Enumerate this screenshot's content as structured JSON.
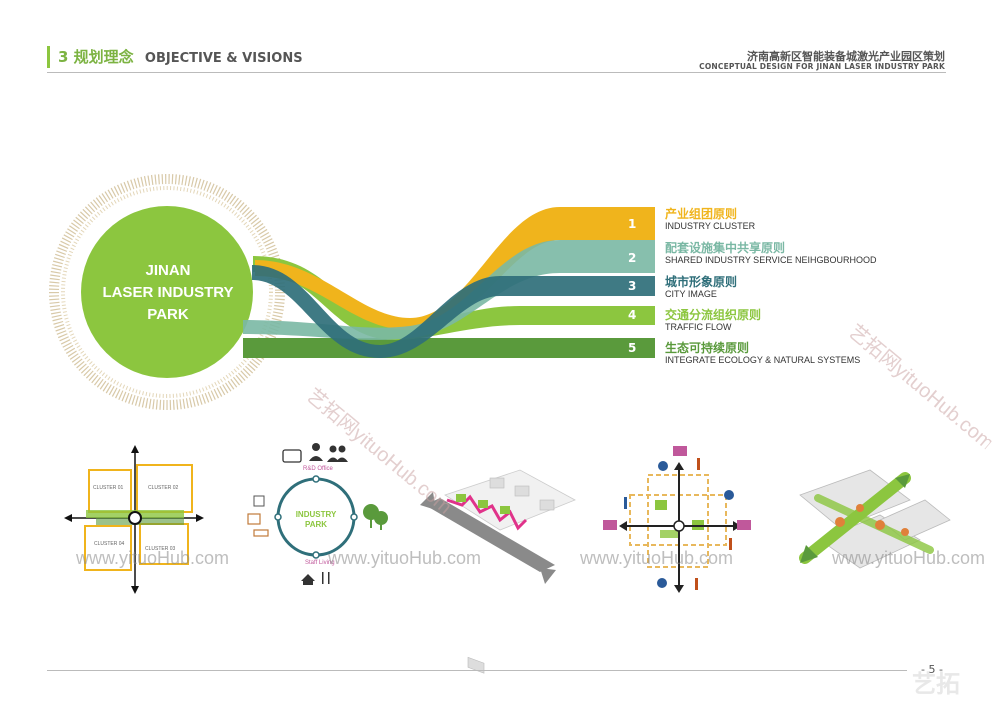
{
  "header": {
    "section_number": "3",
    "section_title_cn": "规划理念",
    "section_title_en": "OBJECTIVE & VISIONS",
    "project_title_cn": "济南高新区智能装备城激光产业园区策划",
    "project_title_en": "CONCEPTUAL DESIGN FOR JINAN LASER INDUSTRY PARK"
  },
  "center": {
    "line1": "JINAN",
    "line2": "LASER INDUSTRY",
    "line3": "PARK"
  },
  "principles": [
    {
      "number": "1",
      "title_cn": "产业组团原则",
      "title_en": "INDUSTRY CLUSTER",
      "color": "#f0b41c"
    },
    {
      "number": "2",
      "title_cn": "配套设施集中共享原则",
      "title_en": "SHARED INDUSTRY SERVICE NEIHGBOURHOOD",
      "color": "#7ab8a4"
    },
    {
      "number": "3",
      "title_cn": "城市形象原则",
      "title_en": "CITY IMAGE",
      "color": "#2f6f7a"
    },
    {
      "number": "4",
      "title_cn": "交通分流组织原则",
      "title_en": "TRAFFIC FLOW",
      "color": "#8cc63f"
    },
    {
      "number": "5",
      "title_cn": "生态可持续原则",
      "title_en": "INTEGRATE ECOLOGY & NATURAL SYSTEMS",
      "color": "#5a9a3c"
    }
  ],
  "diagram1": {
    "cluster_01": "CLUSTER 01",
    "cluster_02": "CLUSTER 02",
    "cluster_03": "CLUSTER 03",
    "cluster_04": "CLUSTER 04"
  },
  "diagram2": {
    "center_line1": "INDUSTRY",
    "center_line2": "PARK",
    "top_label": "R&D Office",
    "bottom_label": "Staff Living"
  },
  "watermarks": {
    "text": "www.yituoHub.com",
    "rotated1": "艺拓网yituoHub.com",
    "rotated2": "艺拓网yituoHub.com"
  },
  "footer": {
    "page": "- 5 -",
    "logo": "艺拓"
  }
}
